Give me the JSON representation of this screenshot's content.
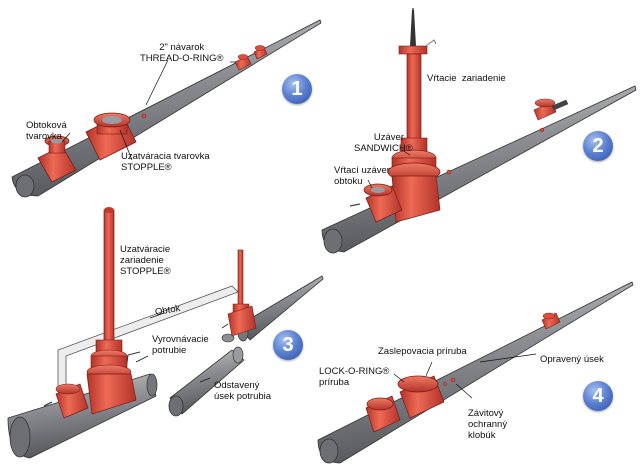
{
  "panels": [
    {
      "step": "1",
      "labels": {
        "thread_o_ring": "2\" návarok\nTHREAD-O-RING®",
        "bypass_fitting": "Obtoková\ntvarovka",
        "stopple_fitting": "Uzatváracia tvarovka\nSTOPPLE®"
      }
    },
    {
      "step": "2",
      "labels": {
        "drilling_machine": "Vŕtacie  zariadenie",
        "sandwich_valve": "Uzáver\nSANDWICH®",
        "bypass_valve": "Vŕtací uzáver\nobtoku"
      }
    },
    {
      "step": "3",
      "labels": {
        "stopple_machine": "Uzatváracie\nzariadenie\nSTOPPLE®",
        "bypass": "Obtok",
        "equalizing": "Vyrovnávacie\npotrubie",
        "removed_section": "Odstavený\núsek potrubia"
      }
    },
    {
      "step": "4",
      "labels": {
        "blind_flange": "Zaslepovacia príruba",
        "lock_o_ring": "LOCK-O-RING®\npríruba",
        "repaired_section": "Opravený úsek",
        "thread_cap": "Závitový\nochranný\nklobúk"
      }
    }
  ],
  "colors": {
    "pipe": "#8f9095",
    "fitting": "#e04e3b",
    "badge": "#3d5fb8"
  }
}
